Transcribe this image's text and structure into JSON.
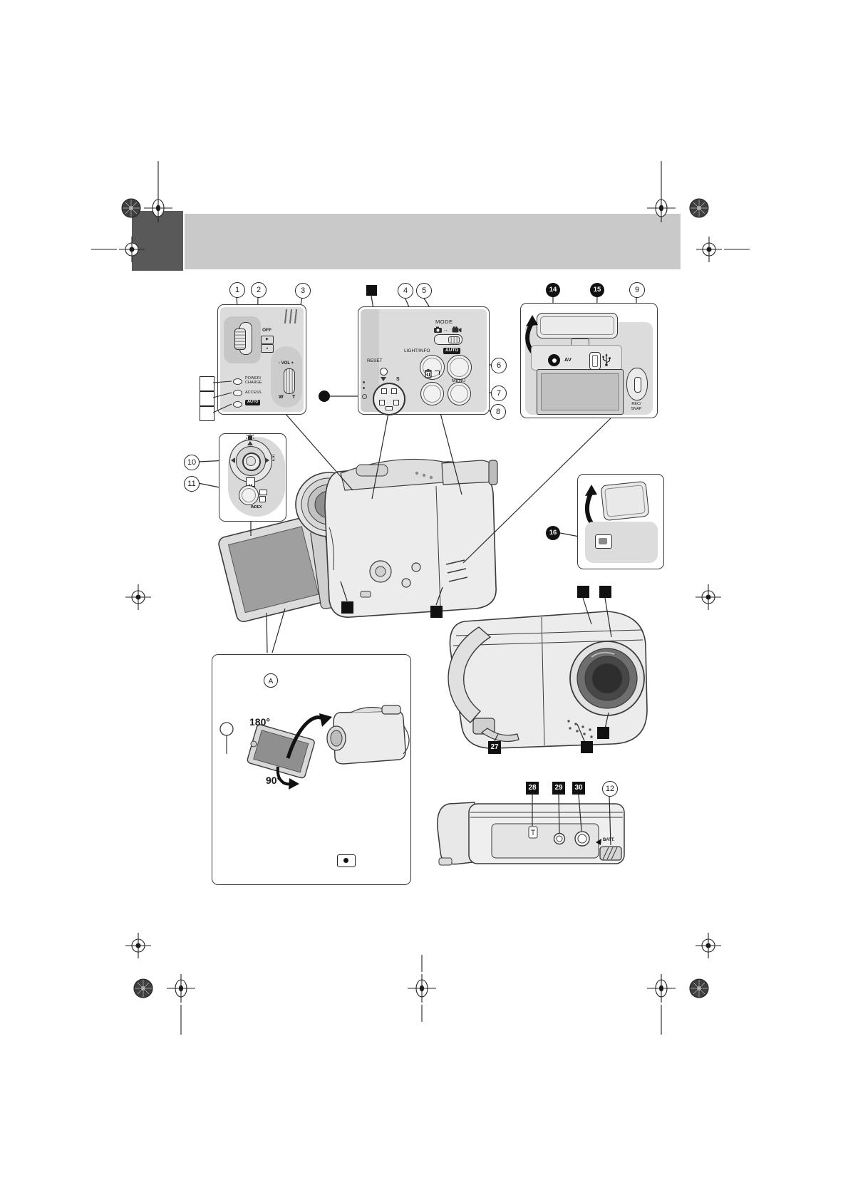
{
  "callouts": {
    "c1": "1",
    "c2": "2",
    "c3": "3",
    "c4": "4",
    "c5": "5",
    "c6": "6",
    "c7": "7",
    "c8": "8",
    "c9": "9",
    "c10": "10",
    "c11": "11",
    "c12": "12",
    "c14": "14",
    "c15": "15",
    "c16": "16",
    "c27": "27",
    "c28": "28",
    "c29": "29",
    "c30": "30"
  },
  "labels": {
    "off": "OFF",
    "power_line1": "POWER/",
    "power_line2": "CHARGE",
    "access": "ACCESS",
    "auto": "AUTO",
    "vol": "- VOL +",
    "w": "W",
    "t": "T",
    "mode": "MODE",
    "light_info": "LIGHT/INFO",
    "reset": "RESET",
    "s": "S",
    "menu": "MENU",
    "av": "AV",
    "rec_line1": "REC/",
    "rec_line2": "SNAP",
    "ratio": "16:9",
    "m": "M",
    "index": "INDEX",
    "a": "A",
    "deg180": "180°",
    "deg90": "90°",
    "batt": "BATT."
  },
  "icons": {
    "play": "▶",
    "rec_dot": "●",
    "mode_dots": "‥"
  },
  "colors": {
    "header_dark": "#595959",
    "header_light": "#c9c9c9",
    "line": "#3a3a3a",
    "panel_fill": "#dcdcdc"
  }
}
